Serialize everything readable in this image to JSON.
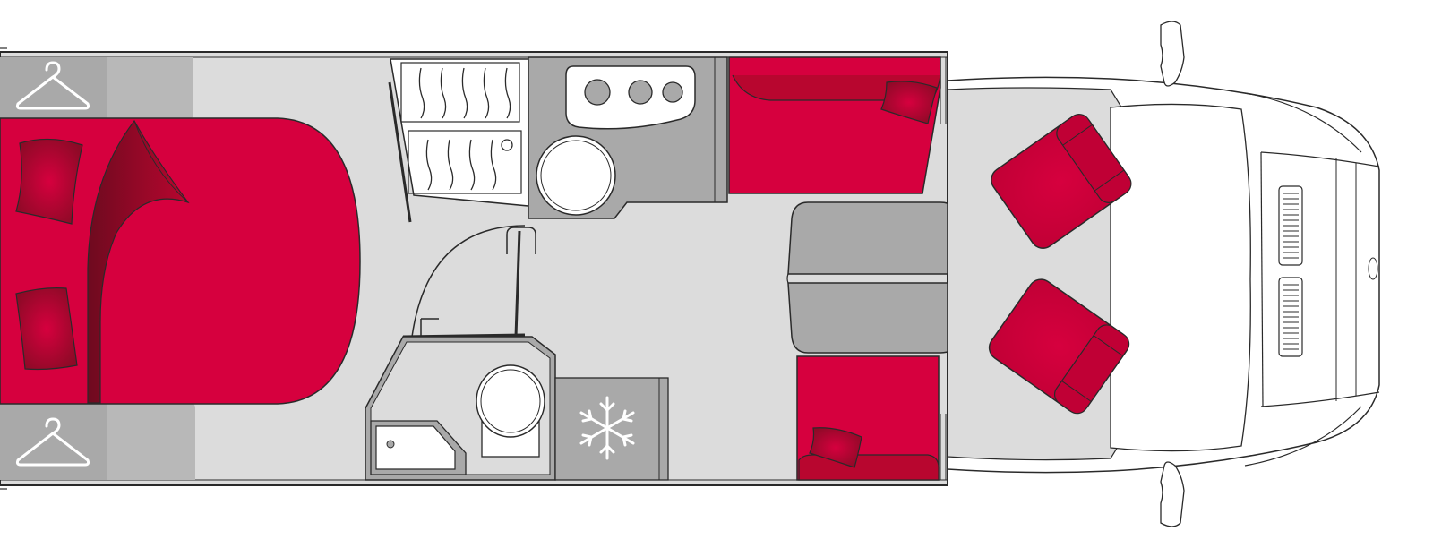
{
  "diagram": {
    "type": "motorhome-floor-plan",
    "orientation": "cab-right",
    "colors": {
      "upholstery": "#d6003e",
      "upholstery_shadow": "#8c0a26",
      "floor": "#dcdcdc",
      "furniture": "#a9a9a9",
      "appliance": "#ffffff",
      "outline": "#2a2a2a",
      "background": "#ffffff"
    },
    "zones": [
      {
        "id": "wardrobe-top",
        "label": "",
        "icon": "hanger-icon"
      },
      {
        "id": "wardrobe-bottom",
        "label": "",
        "icon": "hanger-icon"
      },
      {
        "id": "rear-bed",
        "label": "",
        "icon": "bed-icon"
      },
      {
        "id": "pillow-top",
        "label": "",
        "icon": "pillow-icon"
      },
      {
        "id": "pillow-bottom",
        "label": "",
        "icon": "pillow-icon"
      },
      {
        "id": "shelving-unit",
        "label": "",
        "icon": "shelf-icon"
      },
      {
        "id": "kitchen",
        "label": "",
        "icon": "cooktop-icon"
      },
      {
        "id": "sink",
        "label": "",
        "icon": "sink-icon"
      },
      {
        "id": "washroom",
        "label": "",
        "icon": "shower-icon"
      },
      {
        "id": "toilet",
        "label": "",
        "icon": "toilet-icon"
      },
      {
        "id": "refrigerator",
        "label": "",
        "icon": "snowflake-icon"
      },
      {
        "id": "front-bench",
        "label": "",
        "icon": "sofa-icon"
      },
      {
        "id": "rear-bench",
        "label": "",
        "icon": "sofa-icon"
      },
      {
        "id": "dining-table",
        "label": "",
        "icon": "table-icon"
      },
      {
        "id": "driver-seat",
        "label": "",
        "icon": "swivel-seat-icon"
      },
      {
        "id": "passenger-seat",
        "label": "",
        "icon": "swivel-seat-icon"
      },
      {
        "id": "cab",
        "label": "",
        "icon": "vehicle-cab-icon"
      }
    ]
  }
}
